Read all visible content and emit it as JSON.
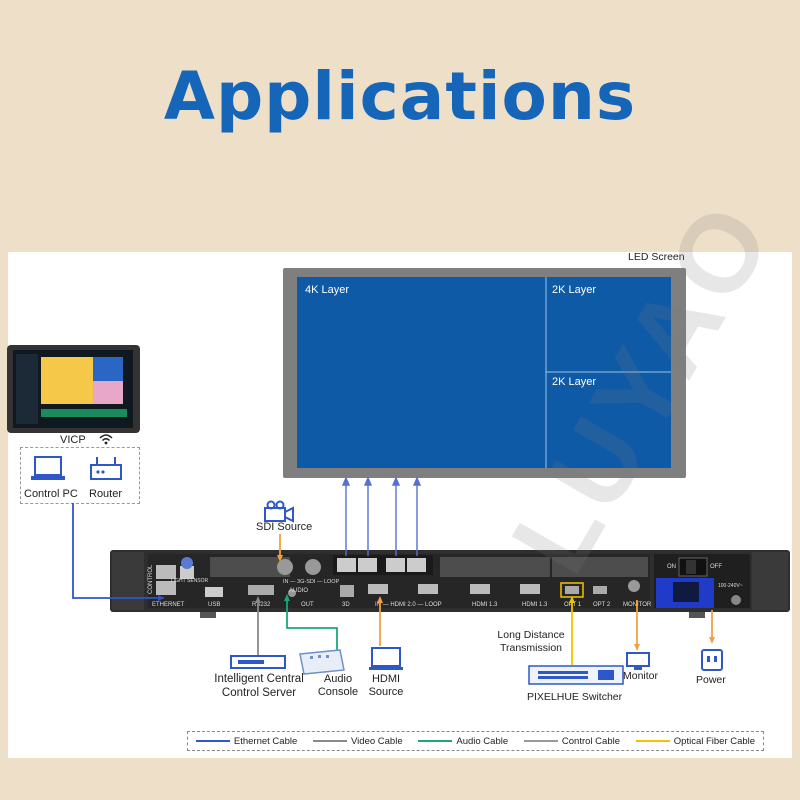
{
  "title": "Applications",
  "led": {
    "label": "LED Screen",
    "layers": [
      "4K Layer",
      "2K Layer",
      "2K Layer"
    ]
  },
  "left": {
    "vicp": "VICP",
    "pc": "Control PC",
    "router": "Router"
  },
  "sources": {
    "sdi": "SDI Source",
    "server_line1": "Intelligent Central",
    "server_line2": "Control Server",
    "audio_line1": "Audio",
    "audio_line2": "Console",
    "hdmi_line1": "HDMI",
    "hdmi_line2": "Source",
    "ldt_line1": "Long Distance",
    "ldt_line2": "Transmission",
    "switcher": "PIXELHUE Switcher",
    "monitor": "Monitor",
    "power": "Power"
  },
  "ports": {
    "control": "CONTROL",
    "ethernet": "ETHERNET",
    "usb": "USB",
    "rs232": "RS232",
    "audio": "AUDIO",
    "out": "OUT",
    "sdi": "IN — 3G-SDI — LOOP",
    "threed": "3D",
    "hdmi20": "IN — HDMI 2.0 — LOOP",
    "hdmi13a": "HDMI 1.3",
    "hdmi13b": "HDMI 1.3",
    "opt1": "OPT 1",
    "opt2": "OPT 2",
    "monitor": "MONITOR",
    "on": "ON",
    "off": "OFF",
    "voltage": "100-240V~",
    "light": "LIGHT SENSOR"
  },
  "legend": [
    {
      "label": "Ethernet Cable",
      "color": "#2e58c8"
    },
    {
      "label": "Video Cable",
      "color": "#888888"
    },
    {
      "label": "Audio Cable",
      "color": "#1aa87a"
    },
    {
      "label": "Control Cable",
      "color": "#999999"
    },
    {
      "label": "Optical Fiber Cable",
      "color": "#f2c200"
    }
  ],
  "watermark": "LUYAO",
  "colors": {
    "title": "#1565b8",
    "led": "#0f5aa6",
    "ethernet": "#2e58c8",
    "video": "#f0a040",
    "audio": "#1aa87a",
    "control": "#888888",
    "fiber": "#f2c200"
  }
}
